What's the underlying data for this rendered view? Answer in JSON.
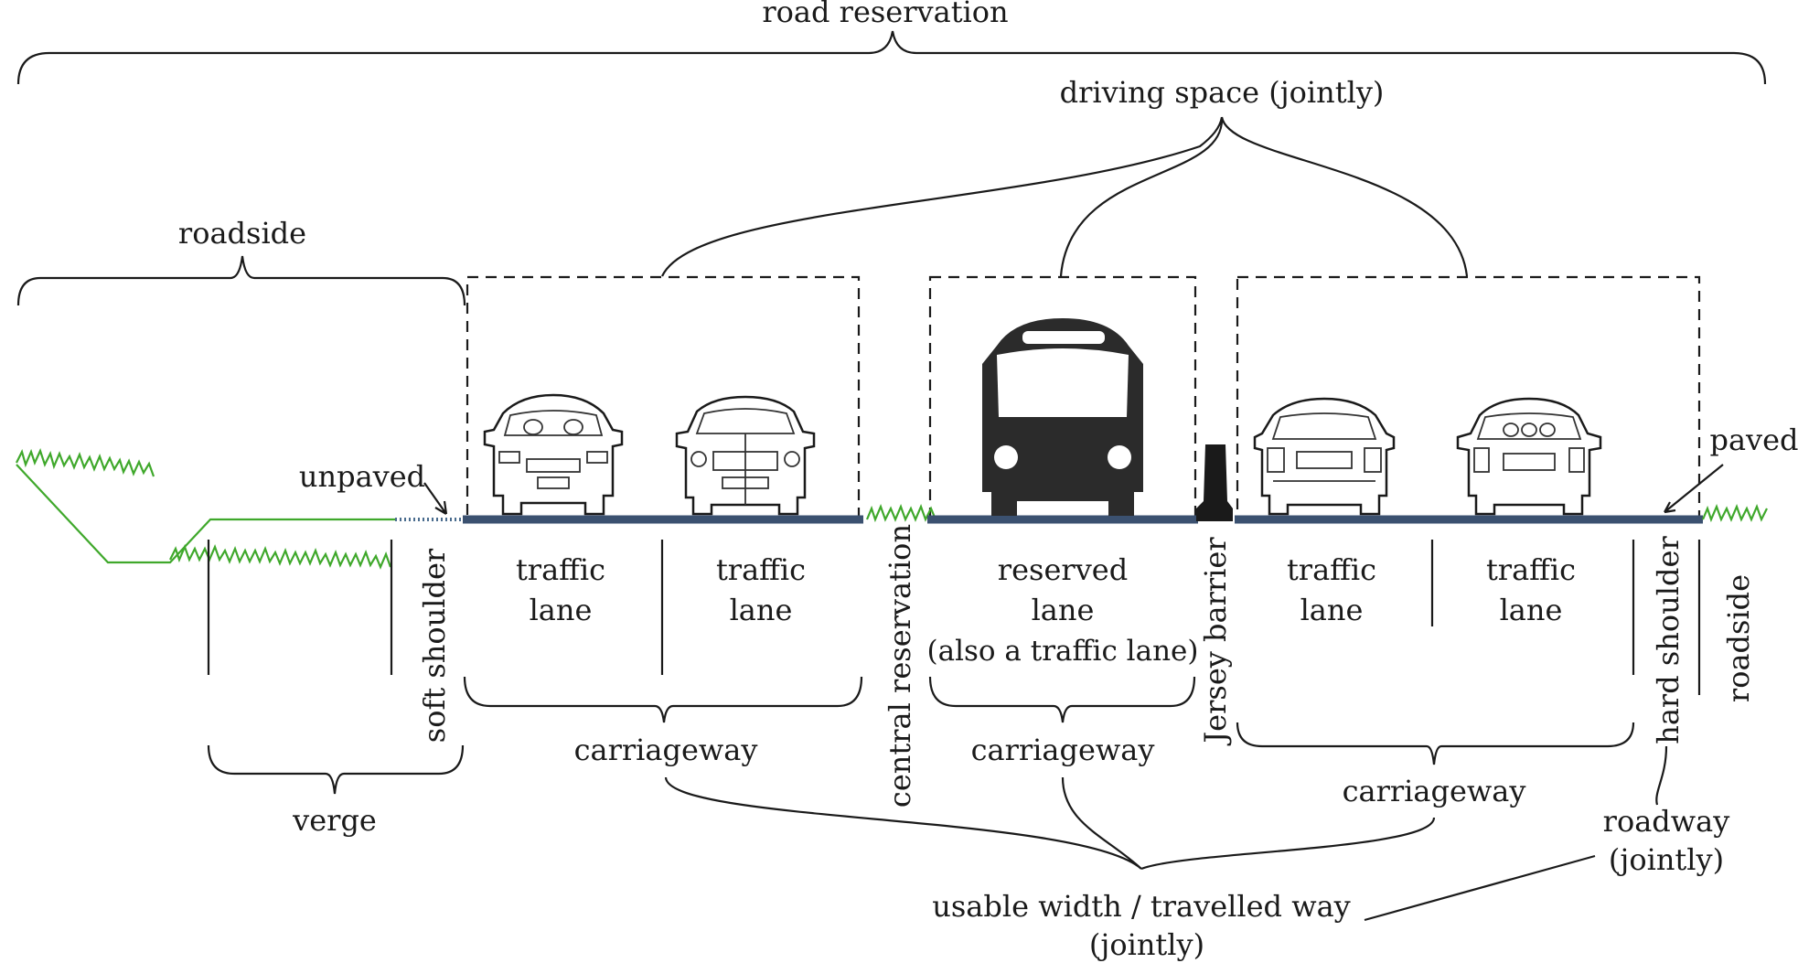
{
  "labels": {
    "road_reservation": "road reservation",
    "driving_space": "driving space (jointly)",
    "roadside_top": "roadside",
    "unpaved": "unpaved",
    "paved": "paved",
    "soft_shoulder": "soft shoulder",
    "traffic_lane_1_line1": "traffic",
    "traffic_lane_1_line2": "lane",
    "traffic_lane_2_line1": "traffic",
    "traffic_lane_2_line2": "lane",
    "central_reservation": "central reservation",
    "reserved_lane_line1": "reserved",
    "reserved_lane_line2": "lane",
    "reserved_lane_line3": "(also a traffic lane)",
    "jersey_barrier": "Jersey barrier",
    "traffic_lane_3_line1": "traffic",
    "traffic_lane_3_line2": "lane",
    "traffic_lane_4_line1": "traffic",
    "traffic_lane_4_line2": "lane",
    "hard_shoulder": "hard shoulder",
    "roadside_right": "roadside",
    "carriageway_1": "carriageway",
    "carriageway_2": "carriageway",
    "carriageway_3": "carriageway",
    "verge": "verge",
    "roadway_line1": "roadway",
    "roadway_line2": "(jointly)",
    "usable_width_line1": "usable width / travelled way",
    "usable_width_line2": "(jointly)"
  },
  "colors": {
    "road_surface": "#3b5170",
    "grass": "#3fa82b",
    "ink": "#1a1a1a"
  }
}
